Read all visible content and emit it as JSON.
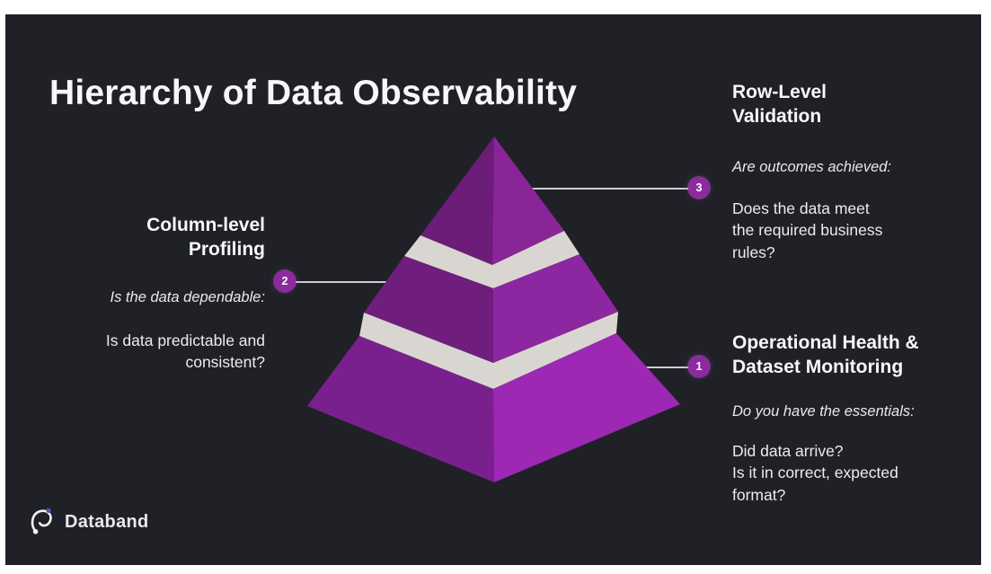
{
  "slide": {
    "title": "Hierarchy of Data Observability"
  },
  "brand": {
    "name": "Databand"
  },
  "colors": {
    "background": "#1f2127",
    "frame": "#ffffff",
    "band": "#d9d6d1",
    "badge": "#8d2aa0",
    "connector": "#cdced3",
    "tier1_left": "#7a208e",
    "tier1_right": "#9c28b4",
    "tier2_left": "#6f1e7d",
    "tier2_right": "#8d26a1",
    "tier3_left": "#6b1d77",
    "tier3_right": "#8a2598",
    "logo_accent": "#5156c8",
    "logo_mark": "#f0f0f0"
  },
  "callouts": {
    "row_level": {
      "badge": "3",
      "heading": "Row-Level\nValidation",
      "question": "Are outcomes achieved:",
      "detail": "Does the data meet\nthe required business\nrules?"
    },
    "column_level": {
      "badge": "2",
      "heading": "Column-level\nProfiling",
      "question": "Is the data dependable:",
      "detail": "Is data predictable and\nconsistent?"
    },
    "operational": {
      "badge": "1",
      "heading": "Operational Health &\nDataset Monitoring",
      "question": "Do you have the essentials:",
      "detail": "Did data arrive?\nIs it in correct, expected\nformat?"
    }
  }
}
